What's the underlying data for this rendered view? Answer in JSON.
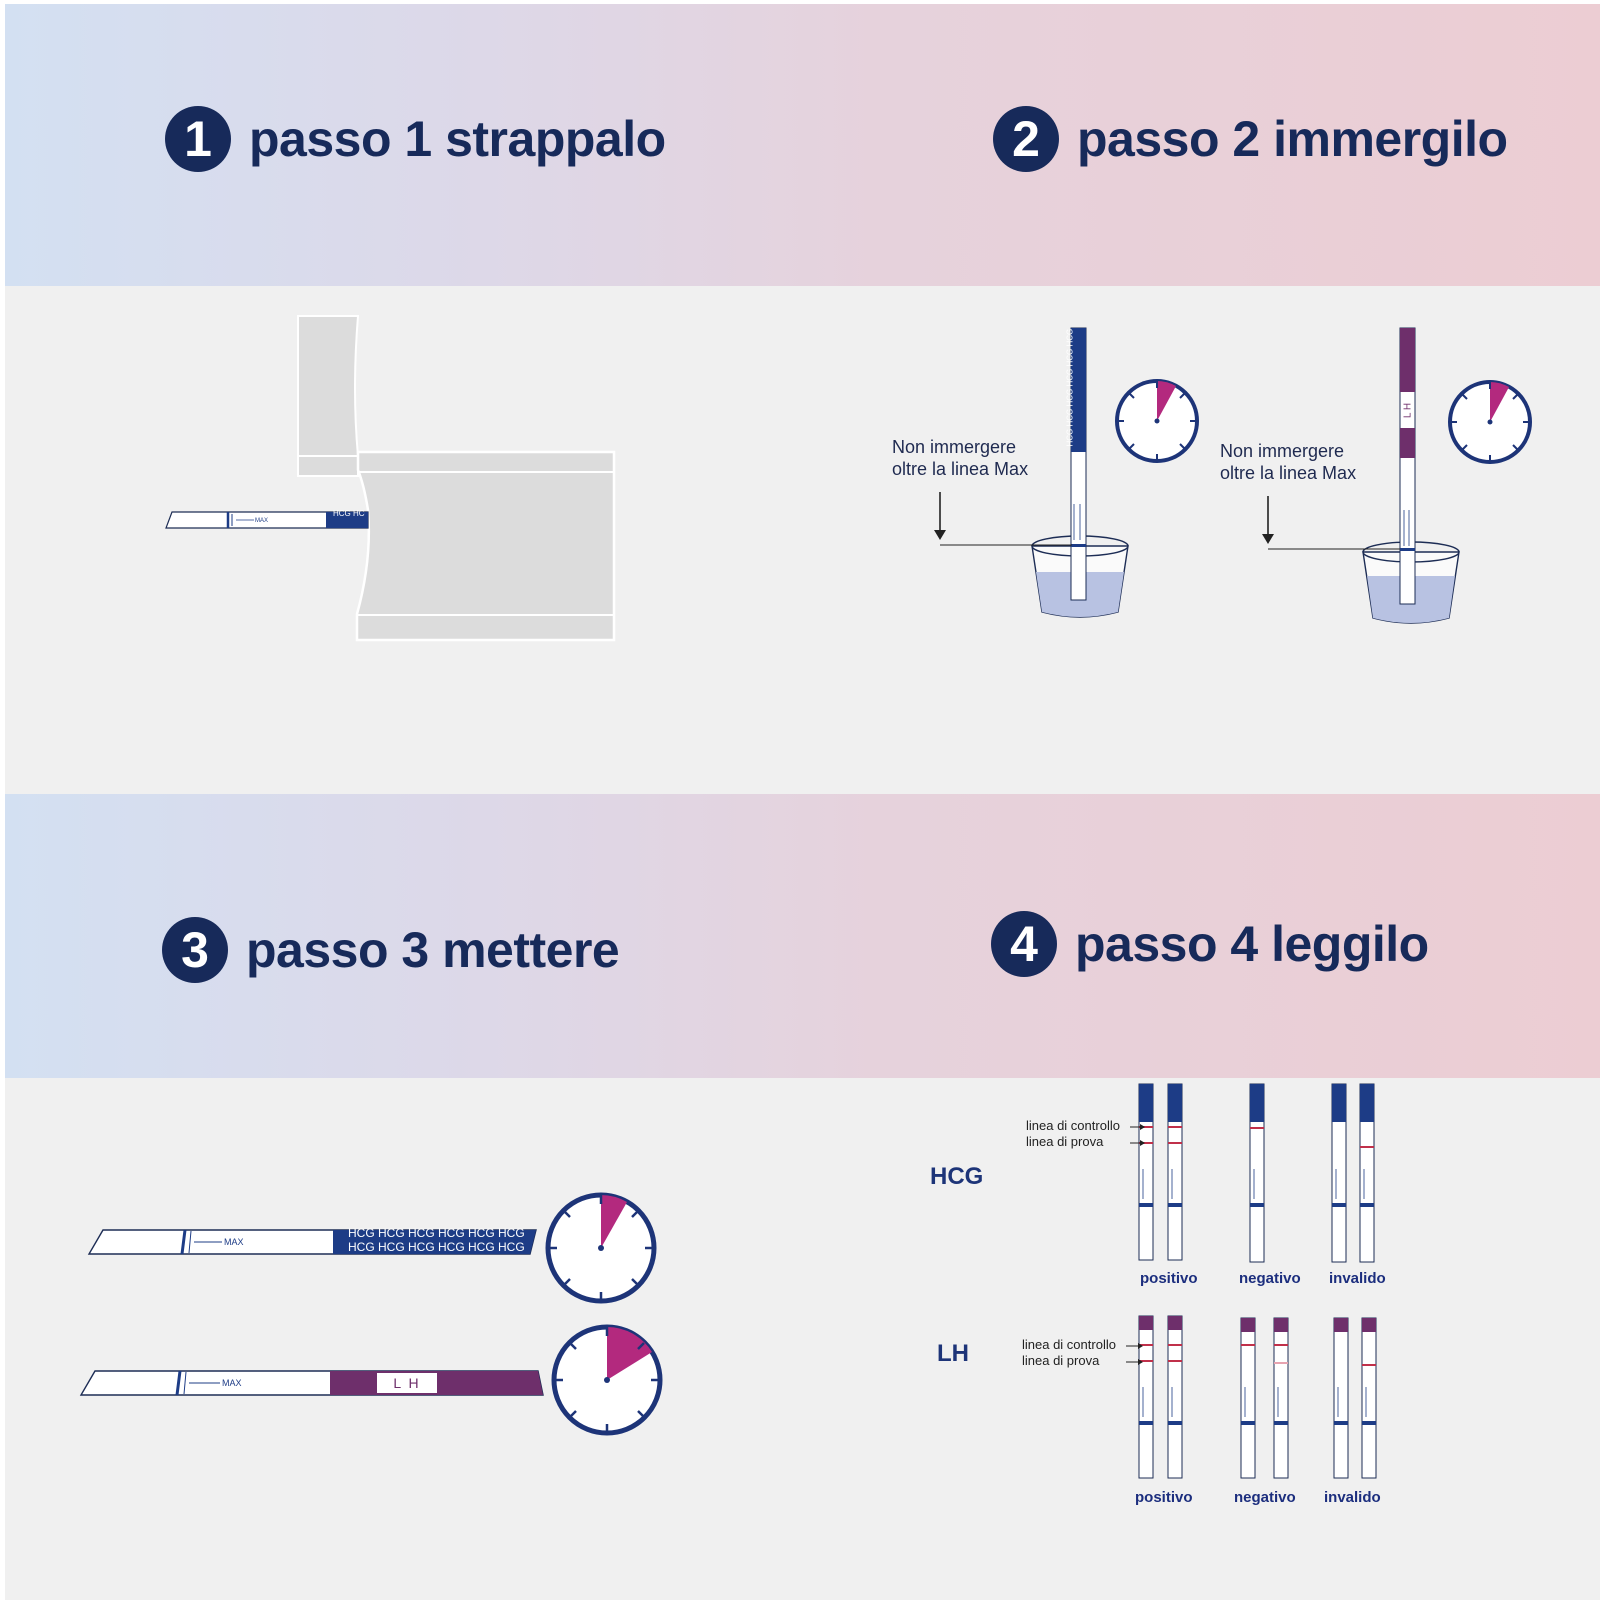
{
  "steps": [
    {
      "number": "1",
      "title": "passo 1 strappalo"
    },
    {
      "number": "2",
      "title": "passo 2 immergilo"
    },
    {
      "number": "3",
      "title": "passo 3 mettere"
    },
    {
      "number": "4",
      "title": "passo 4 leggilo"
    }
  ],
  "step2": {
    "note_hcg": "Non immergere\noltre la linea Max",
    "note_lh": "Non immergere\noltre la linea Max"
  },
  "strip": {
    "hcg_text": "HCG HCG HCG HCG HCG HCG",
    "lh_text": "L H",
    "max_text": "MAX"
  },
  "step4": {
    "hcg_label": "HCG",
    "lh_label": "LH",
    "control_line": "linea di controllo",
    "test_line": "linea di prova",
    "results": [
      "positivo",
      "negativo",
      "invalido"
    ]
  },
  "colors": {
    "navy": "#172a5a",
    "strip_blue": "#1d3c86",
    "lh_purple": "#6e2f6b",
    "timer_magenta": "#b3297e",
    "water": "#b8c2e2"
  }
}
